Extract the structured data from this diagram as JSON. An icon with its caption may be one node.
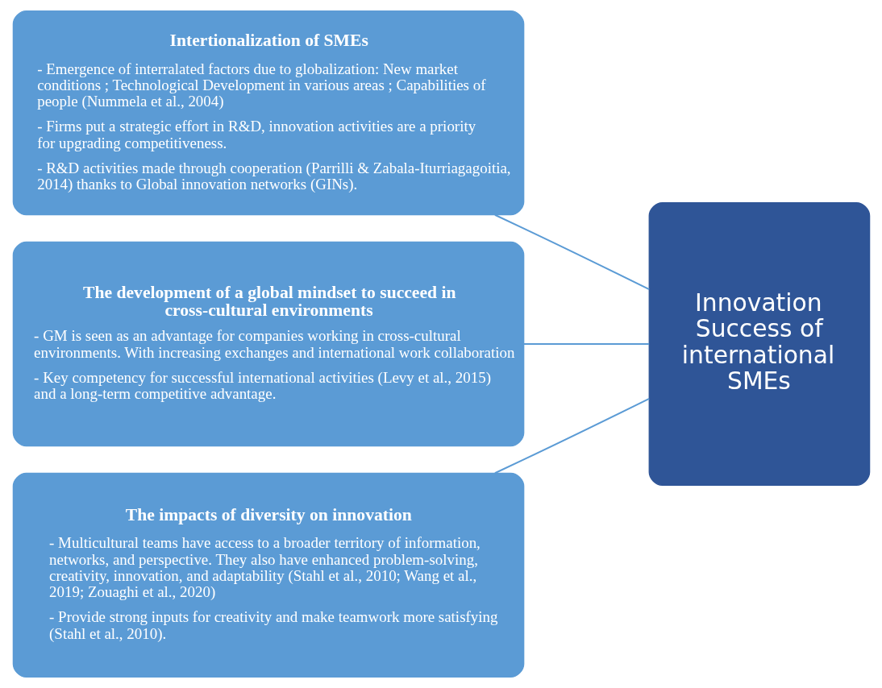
{
  "diagram": {
    "nodes": [
      {
        "text": [
          "Intertionalization of SMEs",
          "- Emergence of interralated factors due to globalization: New market conditions ; Technological Development in various areas ; Capabilities of people (Nummela et al., 2004)",
          "- Firms put a strategic effort in R&D, innovation activities are a priority for upgrading competitiveness.",
          "- R&D activities made through cooperation (Parrilli & Zabala-Iturriagagoitia, 2014) thanks to Global innovation networks (GINs)."
        ]
      },
      {
        "text": [
          "The development of a global mindset to succeed in cross-cultural environments",
          "- GM is seen as an advantage for companies working in cross-cultural environments. With increasing exchanges and international work collaboration",
          "- Key competency for successful international activities (Levy et al., 2015) and a long-term competitive advantage."
        ]
      },
      {
        "text": [
          "The impacts of diversity on innovation",
          "- Multicultural teams have access to a broader territory of information, networks, and perspective. They also have enhanced problem-solving, creativity, innovation, and adaptability (Stahl et al., 2010; Wang et al., 2019; Zouaghi et al., 2020)",
          "- Provide strong inputs for creativity and make teamwork more satisfying (Stahl et al., 2010)."
        ]
      },
      {
        "text": [
          "Innovation Success of international SMEs"
        ]
      }
    ],
    "edges": [
      {
        "from": 0,
        "to": 3,
        "arrow": "none"
      },
      {
        "from": 1,
        "to": 3,
        "arrow": "none"
      },
      {
        "from": 2,
        "to": 3,
        "arrow": "none"
      }
    ]
  }
}
